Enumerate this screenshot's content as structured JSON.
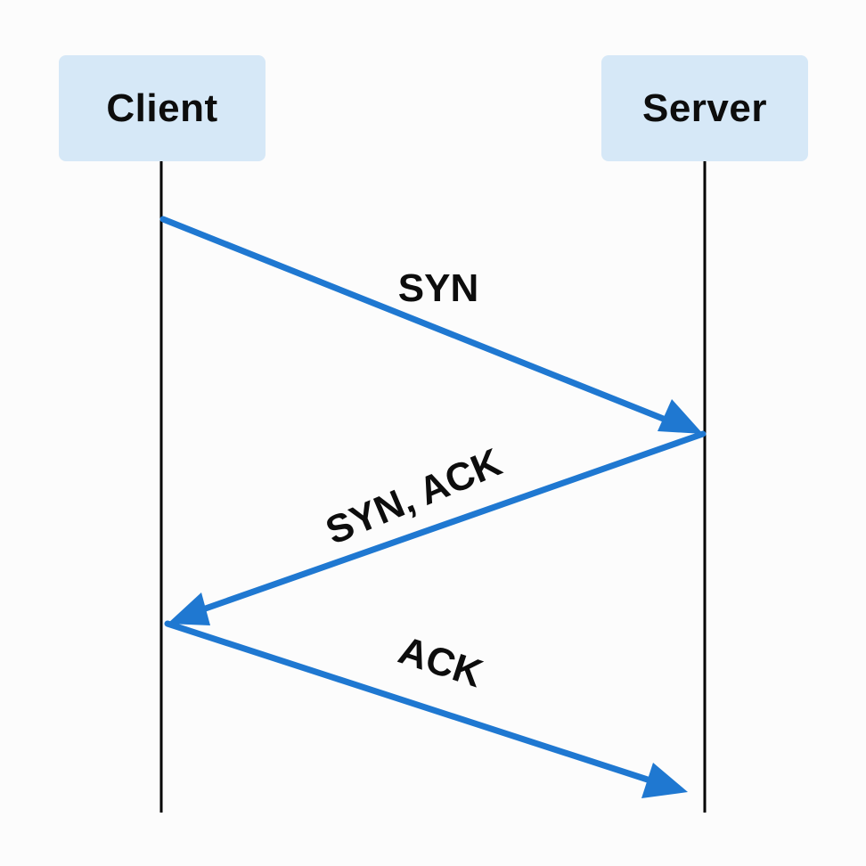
{
  "participants": {
    "client": "Client",
    "server": "Server"
  },
  "messages": [
    {
      "label": "SYN",
      "from": "Client",
      "to": "Server"
    },
    {
      "label": "SYN, ACK",
      "from": "Server",
      "to": "Client"
    },
    {
      "label": "ACK",
      "from": "Client",
      "to": "Server"
    }
  ],
  "colors": {
    "arrow": "#1f78d1",
    "lifeline": "#000000",
    "actor_box": "#d6e8f7",
    "text": "#0d0d0d"
  }
}
